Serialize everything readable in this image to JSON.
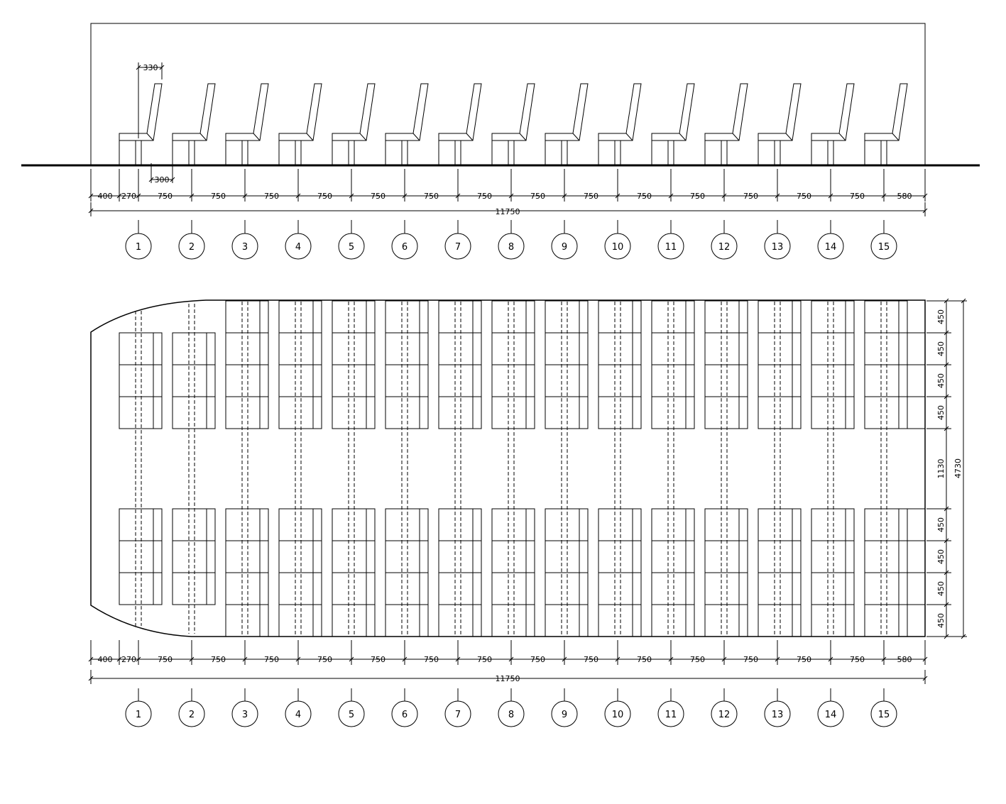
{
  "elevation": {
    "seat_depth_label": "330",
    "leg_offset_label": "300",
    "spacing_labels": [
      "400",
      "270",
      "750",
      "750",
      "750",
      "750",
      "750",
      "750",
      "750",
      "750",
      "750",
      "750",
      "750",
      "750",
      "750",
      "750",
      "580"
    ],
    "overall_label": "11750",
    "axes": [
      "1",
      "2",
      "3",
      "4",
      "5",
      "6",
      "7",
      "8",
      "9",
      "10",
      "11",
      "12",
      "13",
      "14",
      "15"
    ]
  },
  "plan": {
    "spacing_labels": [
      "400",
      "270",
      "750",
      "750",
      "750",
      "750",
      "750",
      "750",
      "750",
      "750",
      "750",
      "750",
      "750",
      "750",
      "750",
      "750",
      "580"
    ],
    "overall_label": "11750",
    "side_labels": [
      "450",
      "450",
      "450",
      "450",
      "1130",
      "450",
      "450",
      "450",
      "450"
    ],
    "overall_side_label": "4730",
    "axes": [
      "1",
      "2",
      "3",
      "4",
      "5",
      "6",
      "7",
      "8",
      "9",
      "10",
      "11",
      "12",
      "13",
      "14",
      "15"
    ]
  }
}
